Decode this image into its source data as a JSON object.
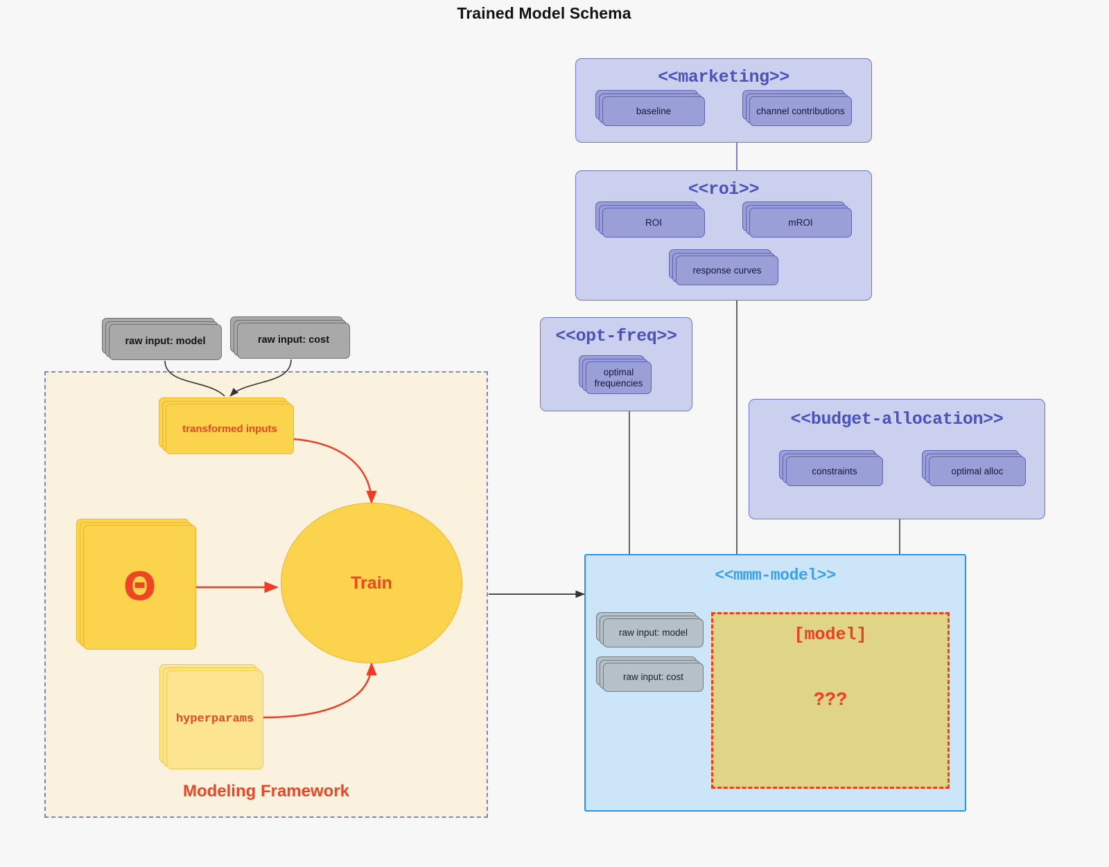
{
  "title": "Trained Model Schema",
  "colors": {
    "background": "#f7f7f7",
    "package_fill": "#ccd0ef",
    "package_border": "#6f75c4",
    "package_title": "#4a52bd",
    "inner_node_fill": "#9a9fd8",
    "inner_node_border": "#5b60b8",
    "mmm_fill": "#cce5f8",
    "mmm_border": "#2196f3",
    "mmm_title": "#3aa0f5",
    "framework_fill": "#faf2df",
    "framework_border": "#7b83cf",
    "accent_red": "#ef4524",
    "node_yellow": "#fbd34c",
    "node_yellow_pale": "#fce491",
    "node_yellow_border": "#f0b429",
    "gray_node_fill": "#a9a9a9",
    "gray_node_border": "#6e6e6e",
    "model_box_fill": "#e0d486",
    "model_box_border": "#f03c20"
  },
  "packages": {
    "marketing": {
      "title": "<<marketing>>",
      "nodes": [
        {
          "label": "baseline"
        },
        {
          "label": "channel contributions"
        }
      ]
    },
    "roi": {
      "title": "<<roi>>",
      "nodes": [
        {
          "label": "ROI"
        },
        {
          "label": "mROI"
        },
        {
          "label": "response curves"
        }
      ]
    },
    "opt_freq": {
      "title": "<<opt-freq>>",
      "nodes": [
        {
          "label": "optimal\nfrequencies"
        }
      ]
    },
    "budget_allocation": {
      "title": "<<budget-allocation>>",
      "nodes": [
        {
          "label": "constraints"
        },
        {
          "label": "optimal alloc"
        }
      ]
    },
    "mmm_model": {
      "title": "<<mmm-model>>",
      "inputs": [
        {
          "label": "raw input: model"
        },
        {
          "label": "raw input: cost"
        }
      ],
      "model_box": {
        "title": "[model]",
        "question": "???"
      }
    }
  },
  "framework": {
    "label": "Modeling Framework",
    "raw_inputs": [
      {
        "label": "raw input: model"
      },
      {
        "label": "raw input: cost"
      }
    ],
    "transformed_inputs": {
      "label": "transformed inputs"
    },
    "theta": {
      "label": "Θ"
    },
    "hyperparams": {
      "label": "hyperparams"
    },
    "train": {
      "label": "Train"
    }
  },
  "edges": [
    {
      "name": "raw-model-to-transformed",
      "style": "curved-arrow",
      "color": "#333333"
    },
    {
      "name": "raw-cost-to-transformed",
      "style": "curved-arrow",
      "color": "#333333"
    },
    {
      "name": "transformed-to-train",
      "style": "curved-arrow",
      "color": "#ef3b21"
    },
    {
      "name": "theta-to-train",
      "style": "straight-arrow",
      "color": "#ef3b21"
    },
    {
      "name": "hyperparams-to-train",
      "style": "curved-arrow",
      "color": "#ef3b21"
    },
    {
      "name": "framework-to-mmm-model",
      "style": "straight-arrow",
      "color": "#333333"
    },
    {
      "name": "marketing-to-roi",
      "style": "line",
      "color": "#6f75c4"
    },
    {
      "name": "roi-to-mmm-model",
      "style": "line",
      "color": "#333333"
    },
    {
      "name": "opt-freq-to-mmm-model",
      "style": "line",
      "color": "#333333"
    },
    {
      "name": "budget-allocation-to-mmm-model",
      "style": "line",
      "color": "#333333"
    },
    {
      "name": "baseline-channel-contributions",
      "style": "bidirectional-arrow",
      "color": "#5b60b8"
    },
    {
      "name": "roi-mroi",
      "style": "bidirectional-arrow",
      "color": "#5b60b8"
    },
    {
      "name": "constraints-optimal-alloc",
      "style": "bidirectional-arrow",
      "color": "#5b60b8"
    }
  ]
}
